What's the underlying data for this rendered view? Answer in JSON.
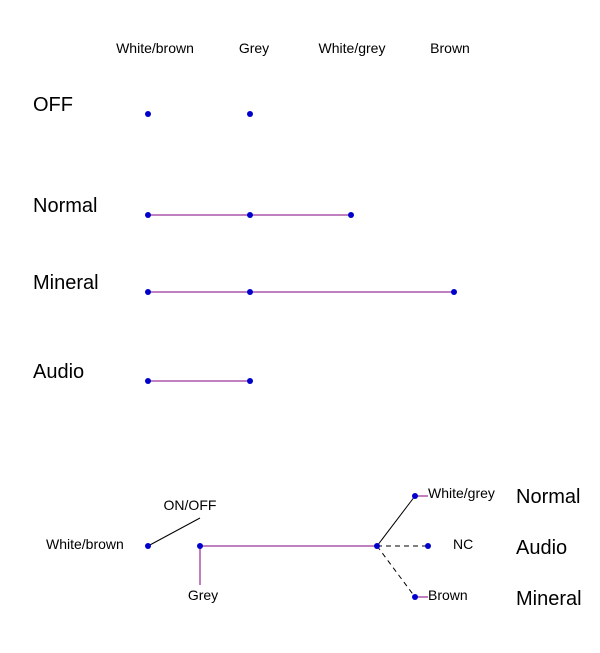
{
  "columns": [
    "White/brown",
    "Grey",
    "White/grey",
    "Brown"
  ],
  "states": [
    {
      "label": "OFF",
      "connected": [
        0,
        1
      ],
      "wired": false
    },
    {
      "label": "Normal",
      "connected": [
        0,
        1,
        2
      ],
      "wired": true
    },
    {
      "label": "Mineral",
      "connected": [
        0,
        1,
        3
      ],
      "wired": true
    },
    {
      "label": "Audio",
      "connected": [
        0,
        1
      ],
      "wired": true
    }
  ],
  "schematic": {
    "switch_label": "ON/OFF",
    "input_label": "White/brown",
    "common_label": "Grey",
    "outputs": [
      {
        "wire": "White/grey",
        "mode": "Normal"
      },
      {
        "wire": "NC",
        "mode": "Audio"
      },
      {
        "wire": "Brown",
        "mode": "Mineral"
      }
    ]
  },
  "colors": {
    "dot": "#0000cc",
    "wire": "#800080",
    "line": "#000000"
  }
}
